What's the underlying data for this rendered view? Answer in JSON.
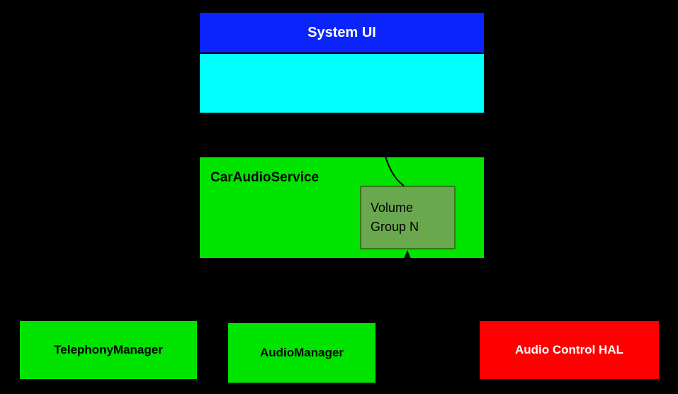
{
  "diagram": {
    "system_ui": {
      "title": "System UI"
    },
    "car_audio_service": {
      "label": "CarAudioService"
    },
    "volume_group": {
      "label": "Volume\nGroup N"
    },
    "telephony_manager": {
      "label": "TelephonyManager"
    },
    "audio_manager": {
      "label": "AudioManager"
    },
    "audio_control_hal": {
      "label": "Audio Control HAL"
    },
    "colors": {
      "background": "#000000",
      "blue_header": "#0b24fb",
      "cyan_panel": "#00ffff",
      "green_box": "#00e400",
      "volume_group_fill": "#6aa84f",
      "volume_group_border": "#38761d",
      "red_box": "#ff0000",
      "text_dark": "#000000",
      "text_light": "#ffffff"
    }
  }
}
